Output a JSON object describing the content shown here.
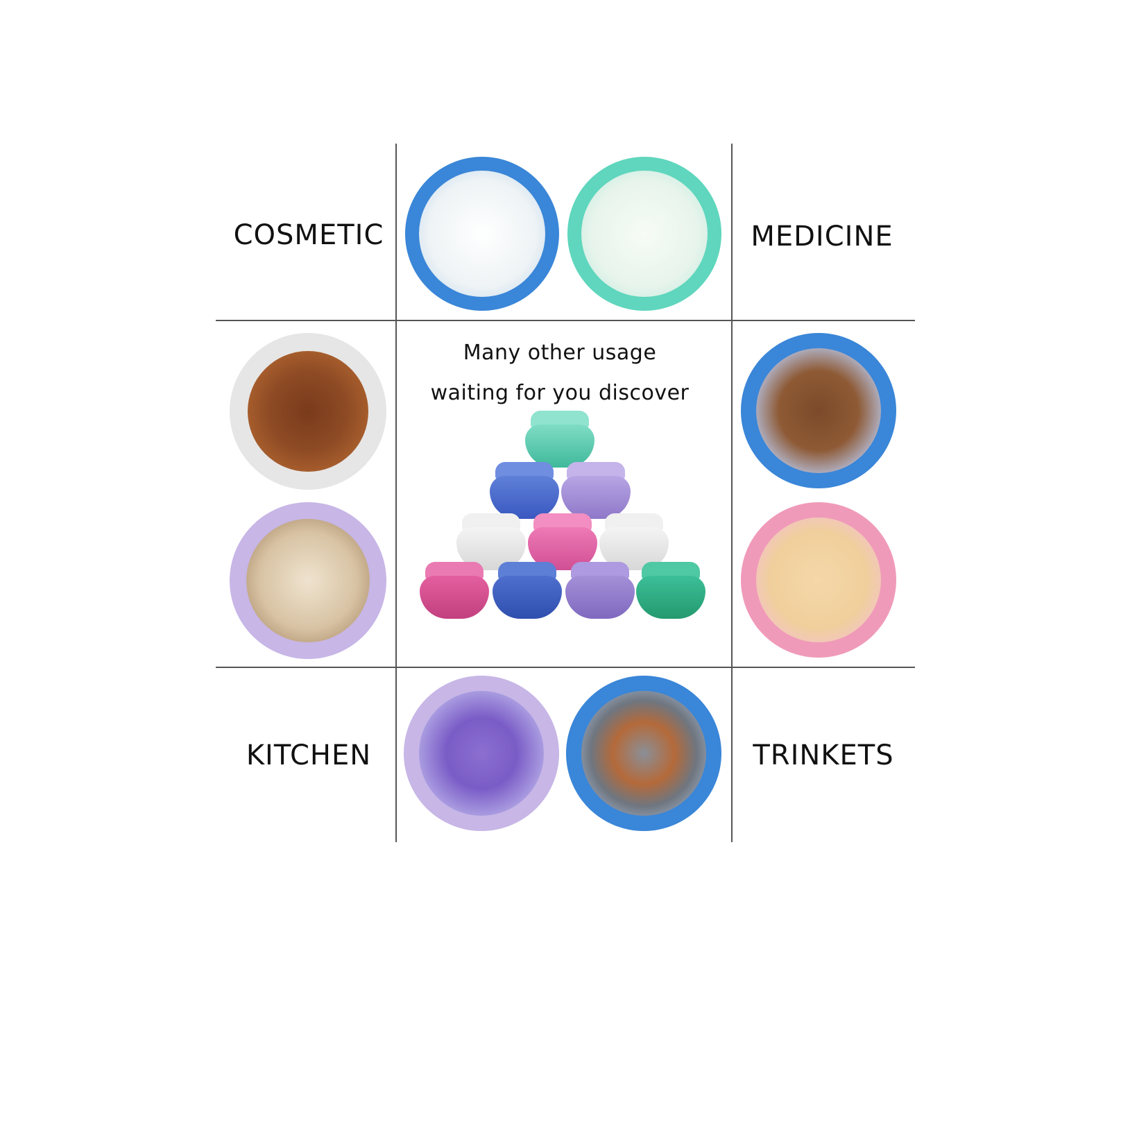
{
  "labels": {
    "cosmetic": "COSMETIC",
    "medicine": "MEDICINE",
    "kitchen": "KITCHEN",
    "trinkets": "TRINKETS"
  },
  "caption": {
    "line1": "Many other usage",
    "line2": "waiting for you discover"
  },
  "colors": {
    "blue": "#3a86d8",
    "mint": "#5fd6bd",
    "white": "#e8e8e8",
    "lavender": "#c7b6e6",
    "pink": "#f09ab9",
    "magenta": "#d9539a",
    "royal": "#3f63c4",
    "purple": "#9a86cf",
    "teal": "#2fb48f",
    "grid": "#555555"
  }
}
